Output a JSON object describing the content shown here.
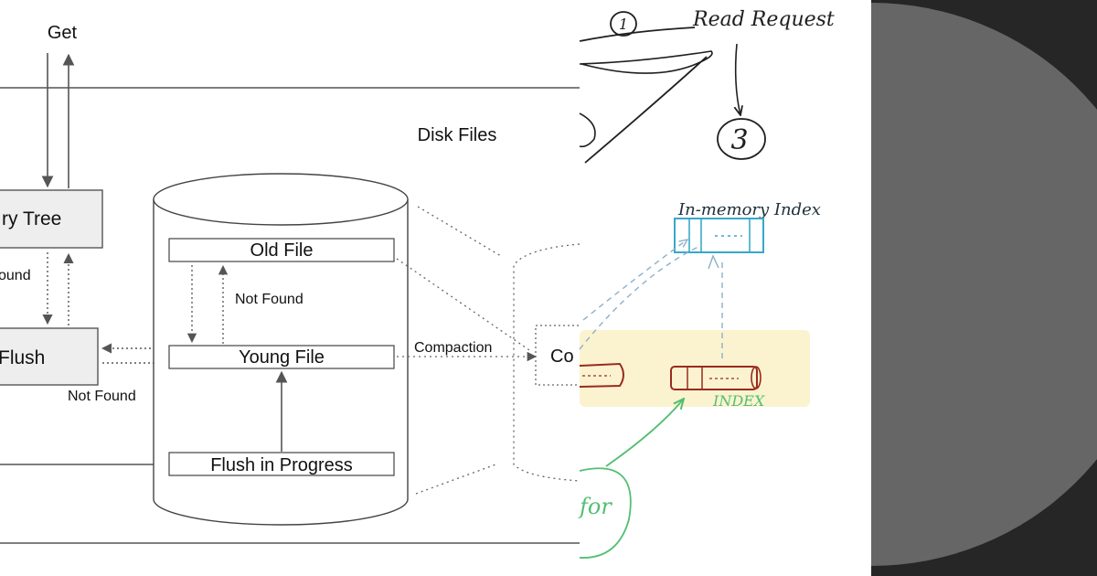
{
  "left_diagram": {
    "get_label": "Get",
    "region_label": "Disk Files",
    "memory_tree_label": "ry Tree",
    "flush_label": "Flush",
    "found_partial_label": "ound",
    "not_found_under_flush": "Not Found",
    "not_found_in_disk": "Not Found",
    "old_file_label": "Old File",
    "young_file_label": "Young File",
    "flush_in_progress_label": "Flush in Progress",
    "compaction_label": "Compaction",
    "compaction_target_partial": "Co"
  },
  "sketch": {
    "step_one": "1",
    "step_three": "3",
    "read_request": "Read Request",
    "in_memory_index": "In-memory Index",
    "index_label": "INDEX",
    "green_partial": "for"
  },
  "colors": {
    "outline": "#555555",
    "box_fill": "#eeeeee",
    "sketch_ink": "#1f1f1f",
    "blue_ink": "#37a8c8",
    "red_ink": "#9a2a1e",
    "green_ink": "#52bf72",
    "highlight": "#fbf3cf",
    "dark_panel": "#262626",
    "circle_grey": "#666666"
  }
}
